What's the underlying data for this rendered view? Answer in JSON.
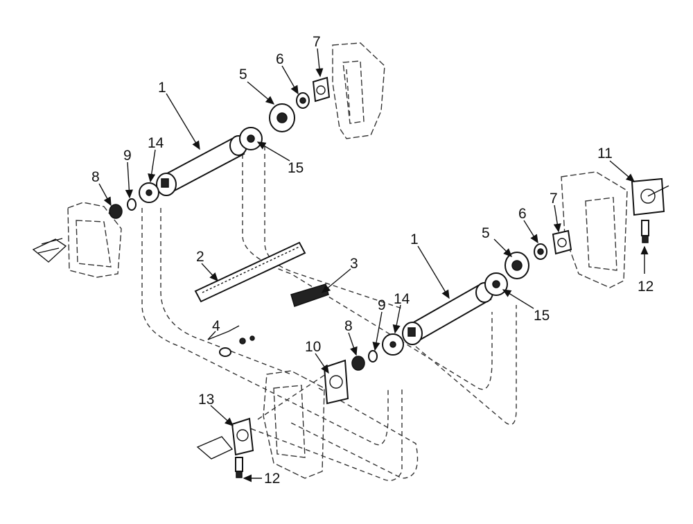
{
  "callouts": [
    {
      "id": "c1a",
      "label": "1"
    },
    {
      "id": "c5a",
      "label": "5"
    },
    {
      "id": "c6a",
      "label": "6"
    },
    {
      "id": "c7a",
      "label": "7"
    },
    {
      "id": "c14a",
      "label": "14"
    },
    {
      "id": "c15a",
      "label": "15"
    },
    {
      "id": "c9a",
      "label": "9"
    },
    {
      "id": "c8a",
      "label": "8"
    },
    {
      "id": "c2",
      "label": "2"
    },
    {
      "id": "c3",
      "label": "3"
    },
    {
      "id": "c4",
      "label": "4"
    },
    {
      "id": "c11",
      "label": "11"
    },
    {
      "id": "c7b",
      "label": "7"
    },
    {
      "id": "c6b",
      "label": "6"
    },
    {
      "id": "c5b",
      "label": "5"
    },
    {
      "id": "c1b",
      "label": "1"
    },
    {
      "id": "c12a",
      "label": "12"
    },
    {
      "id": "c15b",
      "label": "15"
    },
    {
      "id": "c14b",
      "label": "14"
    },
    {
      "id": "c9b",
      "label": "9"
    },
    {
      "id": "c8b",
      "label": "8"
    },
    {
      "id": "c10",
      "label": "10"
    },
    {
      "id": "c13",
      "label": "13"
    },
    {
      "id": "c12b",
      "label": "12"
    }
  ]
}
